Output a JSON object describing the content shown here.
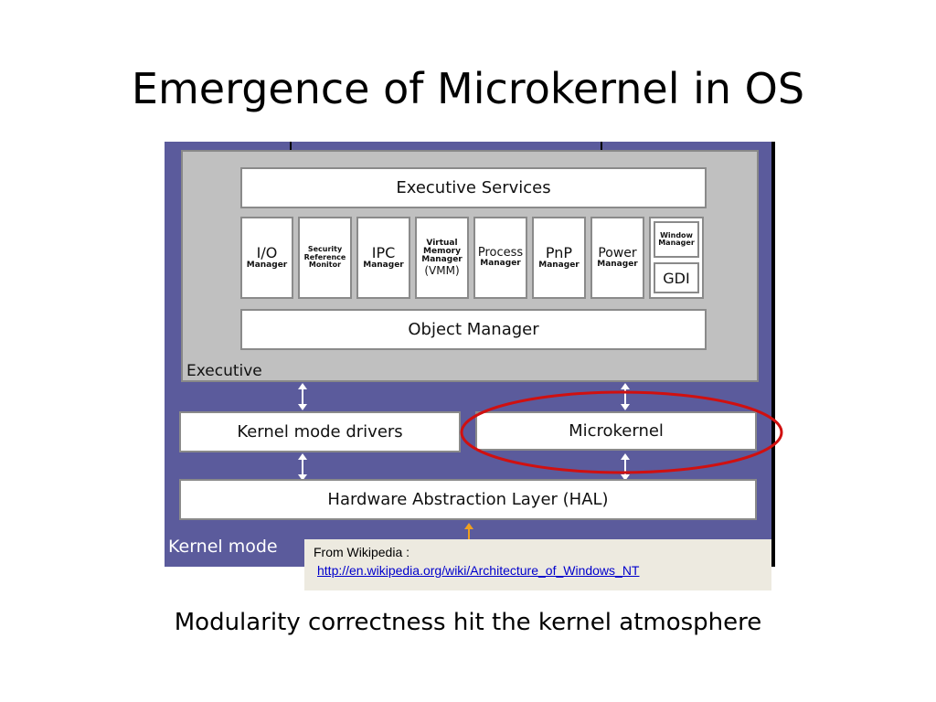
{
  "title": "Emergence of Microkernel in OS",
  "diagram": {
    "executive_services": "Executive Services",
    "managers": [
      {
        "line1": "I/O",
        "line2": "Manager"
      },
      {
        "line1": "Security",
        "line2": "Reference",
        "line3": "Monitor"
      },
      {
        "line1": "IPC",
        "line2": "Manager"
      },
      {
        "line1": "Virtual",
        "line2": "Memory",
        "line3": "Manager",
        "line4": "(VMM)"
      },
      {
        "line1": "Process",
        "line2": "Manager"
      },
      {
        "line1": "PnP",
        "line2": "Manager"
      },
      {
        "line1": "Power",
        "line2": "Manager"
      }
    ],
    "window_manager_line1": "Window",
    "window_manager_line2": "Manager",
    "gdi": "GDI",
    "object_manager": "Object Manager",
    "executive_label": "Executive",
    "kernel_mode_drivers": "Kernel mode drivers",
    "microkernel": "Microkernel",
    "hal": "Hardware Abstraction Layer (HAL)",
    "kernel_mode_label": "Kernel mode",
    "highlight_color": "#d01010",
    "arrow_color": "#ffffff",
    "hal_arrow_color": "#f0a020"
  },
  "caption": {
    "from": "From Wikipedia :",
    "link": "http://en.wikipedia.org/wiki/Architecture_of_Windows_NT"
  },
  "subtitle": "Modularity correctness hit the kernel atmosphere"
}
